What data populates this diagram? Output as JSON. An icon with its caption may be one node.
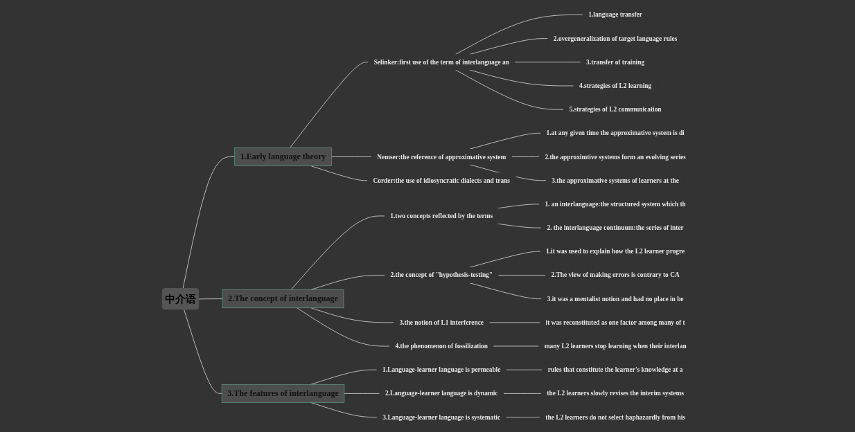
{
  "diagram": {
    "nodes": [
      {
        "text": [
          "中介语"
        ]
      },
      {
        "text": [
          "1.Early language theory"
        ]
      },
      {
        "text": [
          "Selinker:first use of the term of interlanguage an"
        ]
      },
      {
        "text": [
          "1.language transfer"
        ]
      },
      {
        "text": [
          "2.overgeneralization of target language rules"
        ]
      },
      {
        "text": [
          "3.transfer of training"
        ]
      },
      {
        "text": [
          "4.strategies of L2 learning"
        ]
      },
      {
        "text": [
          "5.strategies of L2 communication"
        ]
      },
      {
        "text": [
          "Nemser:the reference of approximative system"
        ]
      },
      {
        "text": [
          "1.at any given time the approximative system is di"
        ]
      },
      {
        "text": [
          "2.the approximtive systems form an evolving series"
        ]
      },
      {
        "text": [
          "3.the approximative systems of learners at the"
        ]
      },
      {
        "text": [
          "Corder:the use of idiosyncratic dialects and trans"
        ]
      },
      {
        "text": [
          "2.The concept of interlanguage"
        ]
      },
      {
        "text": [
          "1.two concepts reflected by the terms"
        ]
      },
      {
        "text": [
          "1. an interlanguage:the structured system which th"
        ]
      },
      {
        "text": [
          "2. the interlanguage continuum:the series of inter"
        ]
      },
      {
        "text": [
          "2.the concept of \"hypothesis-testing\""
        ]
      },
      {
        "text": [
          "1.it was used to explain how the L2 learner progre"
        ]
      },
      {
        "text": [
          "2.The view of making errors is contrary to CA"
        ]
      },
      {
        "text": [
          "3.it was a mentalist notion and had no place in be"
        ]
      },
      {
        "text": [
          "3.the notion of L1 interference"
        ]
      },
      {
        "text": [
          "it was reconstituted as one factor among many of t"
        ]
      },
      {
        "text": [
          "4.the phenomenon of fossilization"
        ]
      },
      {
        "text": [
          "many L2 learners stop learning when their interlan"
        ]
      },
      {
        "text": [
          "3.The features of interlanguage"
        ]
      },
      {
        "text": [
          "1.Language-learner language is permeable"
        ]
      },
      {
        "text": [
          "rules that constitute the learner's knowledge at a"
        ]
      },
      {
        "text": [
          "2.Language-learner language is dynamic"
        ]
      },
      {
        "text": [
          "the L2 learners slowly revises the interim systems"
        ]
      },
      {
        "text": [
          "3.Language-learner language is systematic"
        ]
      },
      {
        "text": [
          "the L2 learners do not select haphazardly from his"
        ]
      }
    ],
    "edges": [
      {
        "from": 0,
        "to": 1,
        "arrow": "none"
      },
      {
        "from": 1,
        "to": 2,
        "arrow": "none"
      },
      {
        "from": 2,
        "to": 3,
        "arrow": "none"
      },
      {
        "from": 2,
        "to": 4,
        "arrow": "none"
      },
      {
        "from": 2,
        "to": 5,
        "arrow": "none"
      },
      {
        "from": 2,
        "to": 6,
        "arrow": "none"
      },
      {
        "from": 2,
        "to": 7,
        "arrow": "none"
      },
      {
        "from": 1,
        "to": 8,
        "arrow": "none"
      },
      {
        "from": 8,
        "to": 9,
        "arrow": "none"
      },
      {
        "from": 8,
        "to": 10,
        "arrow": "none"
      },
      {
        "from": 8,
        "to": 11,
        "arrow": "none"
      },
      {
        "from": 1,
        "to": 12,
        "arrow": "none"
      },
      {
        "from": 0,
        "to": 13,
        "arrow": "none"
      },
      {
        "from": 13,
        "to": 14,
        "arrow": "none"
      },
      {
        "from": 14,
        "to": 15,
        "arrow": "none"
      },
      {
        "from": 14,
        "to": 16,
        "arrow": "none"
      },
      {
        "from": 13,
        "to": 17,
        "arrow": "none"
      },
      {
        "from": 17,
        "to": 18,
        "arrow": "none"
      },
      {
        "from": 17,
        "to": 19,
        "arrow": "none"
      },
      {
        "from": 17,
        "to": 20,
        "arrow": "none"
      },
      {
        "from": 13,
        "to": 21,
        "arrow": "none"
      },
      {
        "from": 21,
        "to": 22,
        "arrow": "none"
      },
      {
        "from": 13,
        "to": 23,
        "arrow": "none"
      },
      {
        "from": 23,
        "to": 24,
        "arrow": "none"
      },
      {
        "from": 0,
        "to": 25,
        "arrow": "none"
      },
      {
        "from": 25,
        "to": 26,
        "arrow": "none"
      },
      {
        "from": 26,
        "to": 27,
        "arrow": "none"
      },
      {
        "from": 25,
        "to": 28,
        "arrow": "none"
      },
      {
        "from": 28,
        "to": 29,
        "arrow": "none"
      },
      {
        "from": 25,
        "to": 30,
        "arrow": "none"
      },
      {
        "from": 30,
        "to": 31,
        "arrow": "none"
      }
    ]
  }
}
